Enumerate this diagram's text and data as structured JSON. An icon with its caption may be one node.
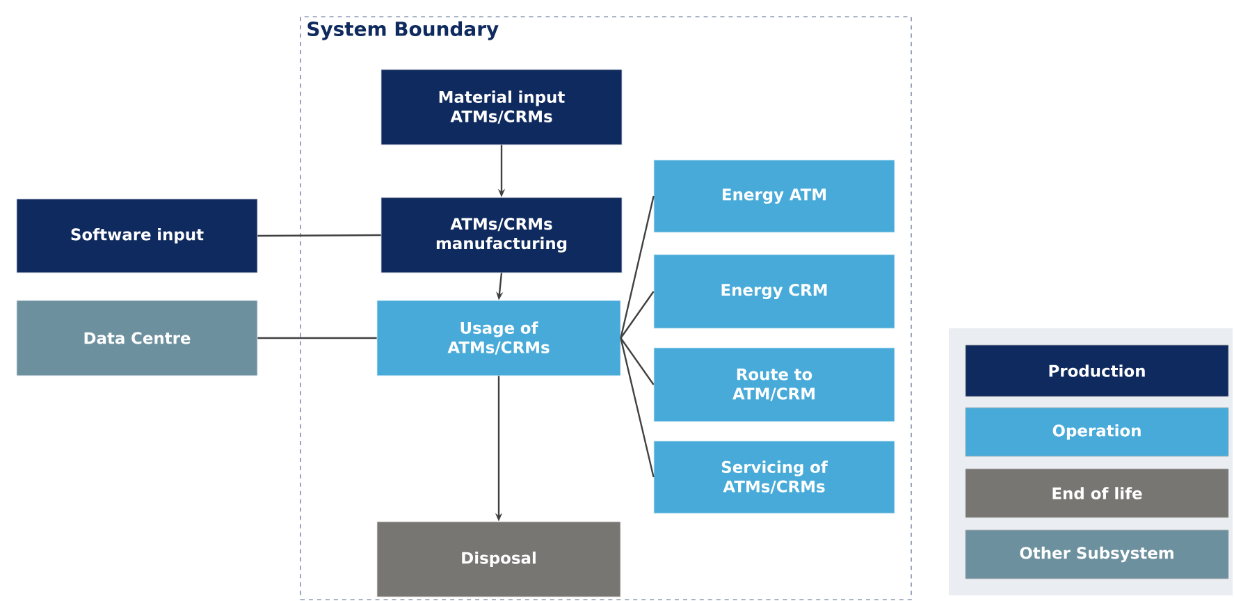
{
  "diagram": {
    "nodes": [
      {
        "text": [
          "System Boundary"
        ]
      },
      {
        "text": [
          "Material input ATMs/CRMs"
        ],
        "in": 0
      },
      {
        "text": [
          "ATMs/CRMs manufacturing"
        ],
        "in": 0
      },
      {
        "text": [
          "Software input"
        ]
      },
      {
        "text": [
          "Data Centre"
        ]
      },
      {
        "text": [
          "Usage of ATMs/CRMs"
        ],
        "in": 0
      },
      {
        "text": [
          "Energy ATM"
        ],
        "in": 0
      },
      {
        "text": [
          "Energy CRM"
        ],
        "in": 0
      },
      {
        "text": [
          "Route to ATM/CRM"
        ],
        "in": 0
      },
      {
        "text": [
          "Servicing of ATMs/CRMs"
        ],
        "in": 0
      },
      {
        "text": [
          "Disposal"
        ],
        "in": 0
      }
    ],
    "edges": [
      {
        "from": 1,
        "to": 2,
        "arrow": "to"
      },
      {
        "from": 3,
        "to": 2,
        "arrow": "none"
      },
      {
        "from": 2,
        "to": 5,
        "arrow": "to"
      },
      {
        "from": 4,
        "to": 5,
        "arrow": "none"
      },
      {
        "from": 5,
        "to": 6,
        "arrow": "none"
      },
      {
        "from": 5,
        "to": 7,
        "arrow": "none"
      },
      {
        "from": 5,
        "to": 8,
        "arrow": "none"
      },
      {
        "from": 5,
        "to": 9,
        "arrow": "none"
      },
      {
        "from": 5,
        "to": 10,
        "arrow": "to"
      }
    ],
    "legend": [
      {
        "text": "Production",
        "color": "#0f2a5e"
      },
      {
        "text": "Operation",
        "color": "#47aad8"
      },
      {
        "text": "End of life",
        "color": "#777672"
      },
      {
        "text": "Other Subsystem",
        "color": "#6c909e"
      }
    ]
  }
}
